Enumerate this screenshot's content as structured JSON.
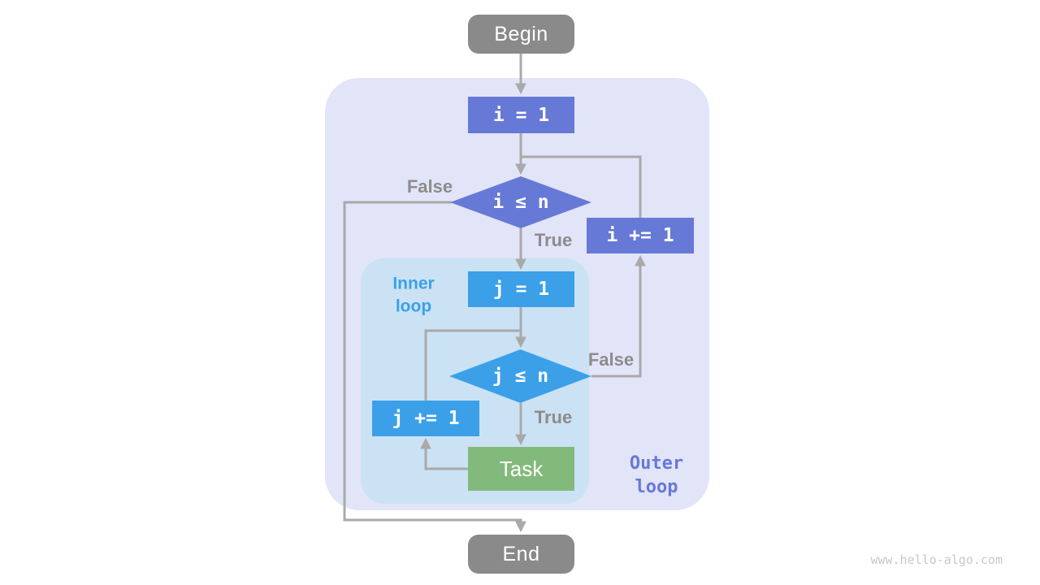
{
  "diagram": {
    "nodes": {
      "begin": "Begin",
      "outer_init": "i = 1",
      "outer_cond": "i ≤ n",
      "outer_incr": "i += 1",
      "inner_init": "j = 1",
      "inner_cond": "j ≤ n",
      "inner_incr": "j += 1",
      "task": "Task",
      "end": "End"
    },
    "edge_labels": {
      "outer_false": "False",
      "outer_true": "True",
      "inner_false": "False",
      "inner_true": "True"
    },
    "region_labels": {
      "inner_line1": "Inner",
      "inner_line2": "loop",
      "outer_line1": "Outer",
      "outer_line2": "loop"
    },
    "watermark": "www.hello-algo.com",
    "colors": {
      "outer_accent": "#6679D6",
      "inner_accent": "#3BA0E8",
      "task_green": "#82BA7B",
      "terminal_gray": "#8A8A8A",
      "arrow_gray": "#A9A9A9",
      "outer_region_bg": "#E2E4F8",
      "inner_region_bg": "#CBE2F5",
      "edge_label_gray": "#8C8C8C",
      "watermark_gray": "#C9C9C9",
      "page_bg": "#FFFFFF"
    }
  }
}
